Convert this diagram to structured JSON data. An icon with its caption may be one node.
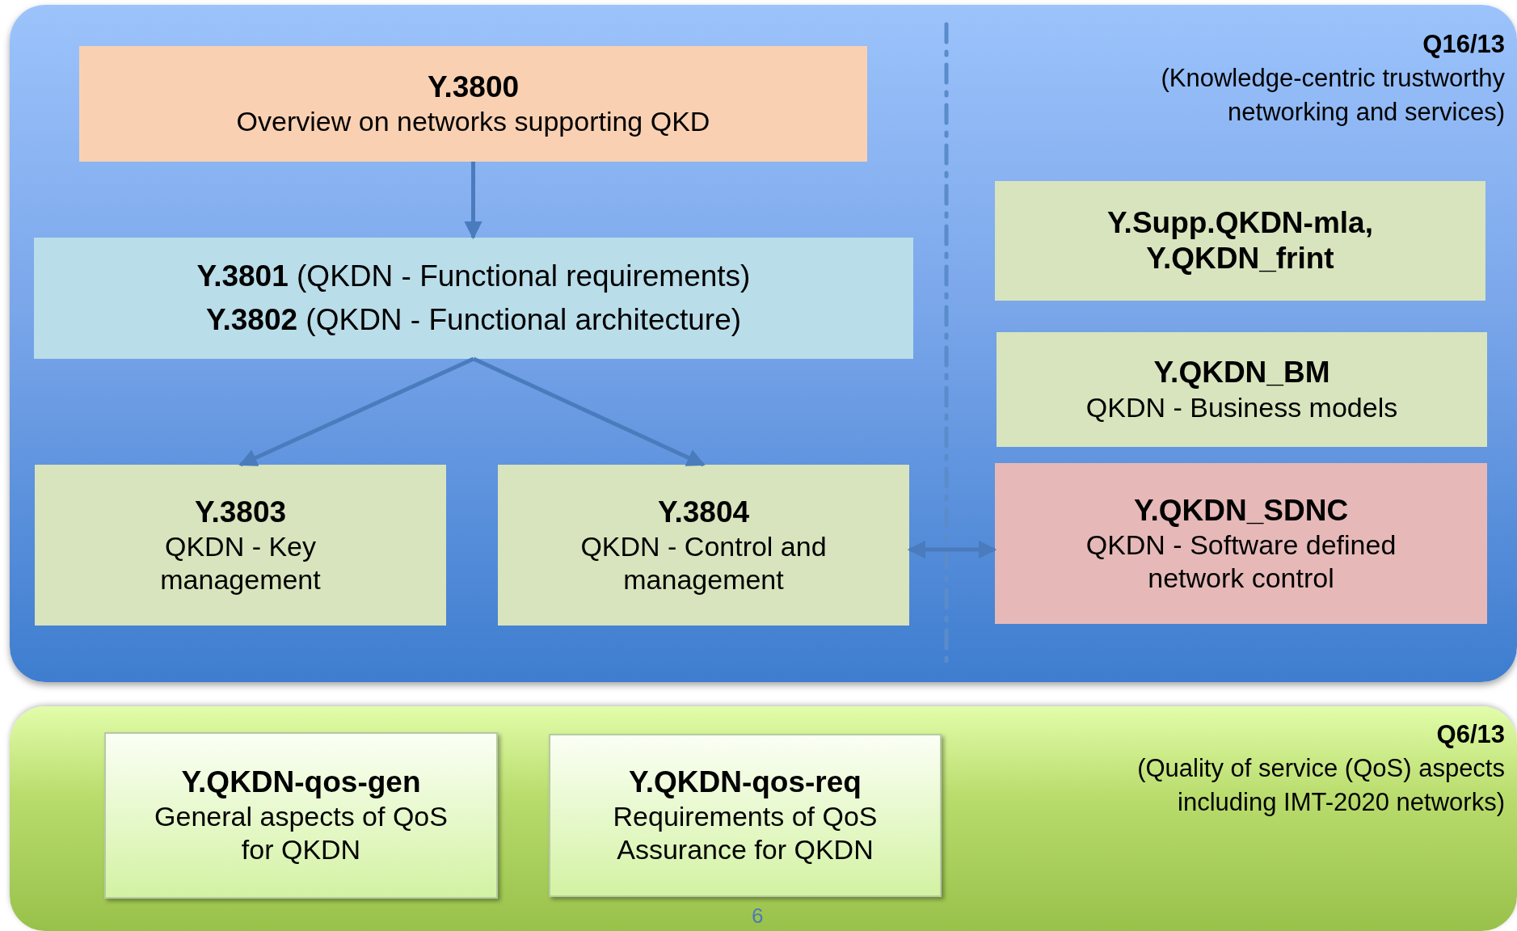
{
  "diagram": {
    "nodes": [
      {
        "text": [
          "Q16/13",
          "(Knowledge-centric trustworthy networking and services)"
        ]
      },
      {
        "text": [
          "Y.3800",
          "Overview on networks supporting QKD"
        ],
        "in": 0
      },
      {
        "text": [
          "**Y.3801** (QKDN - Functional requirements)",
          "**Y.3802** (QKDN - Functional architecture)"
        ],
        "in": 0
      },
      {
        "text": [
          "Y.3803",
          "QKDN - Key management"
        ],
        "in": 0
      },
      {
        "text": [
          "Y.3804",
          "QKDN - Control and management"
        ],
        "in": 0
      },
      {
        "text": [
          "Y.Supp.QKDN-mla, Y.QKDN_frint"
        ],
        "in": 0
      },
      {
        "text": [
          "Y.QKDN_BM",
          "QKDN - Business models"
        ],
        "in": 0
      },
      {
        "text": [
          "Y.QKDN_SDNC",
          "QKDN - Software defined network control"
        ],
        "in": 0
      },
      {
        "text": [
          "Q6/13",
          "(Quality of service (QoS) aspects including IMT-2020 networks)"
        ]
      },
      {
        "text": [
          "Y.QKDN-qos-gen",
          "General aspects of QoS for QKDN"
        ],
        "in": 8
      },
      {
        "text": [
          "Y.QKDN-qos-req",
          "Requirements of QoS Assurance  for QKDN"
        ],
        "in": 8
      }
    ],
    "edges": [
      {
        "from": 1,
        "to": 2,
        "arrow": "to"
      },
      {
        "from": 2,
        "to": 3,
        "arrow": "to"
      },
      {
        "from": 2,
        "to": 4,
        "arrow": "to"
      },
      {
        "from": 4,
        "to": 7,
        "arrow": "both"
      }
    ],
    "labels": [
      "6"
    ]
  }
}
